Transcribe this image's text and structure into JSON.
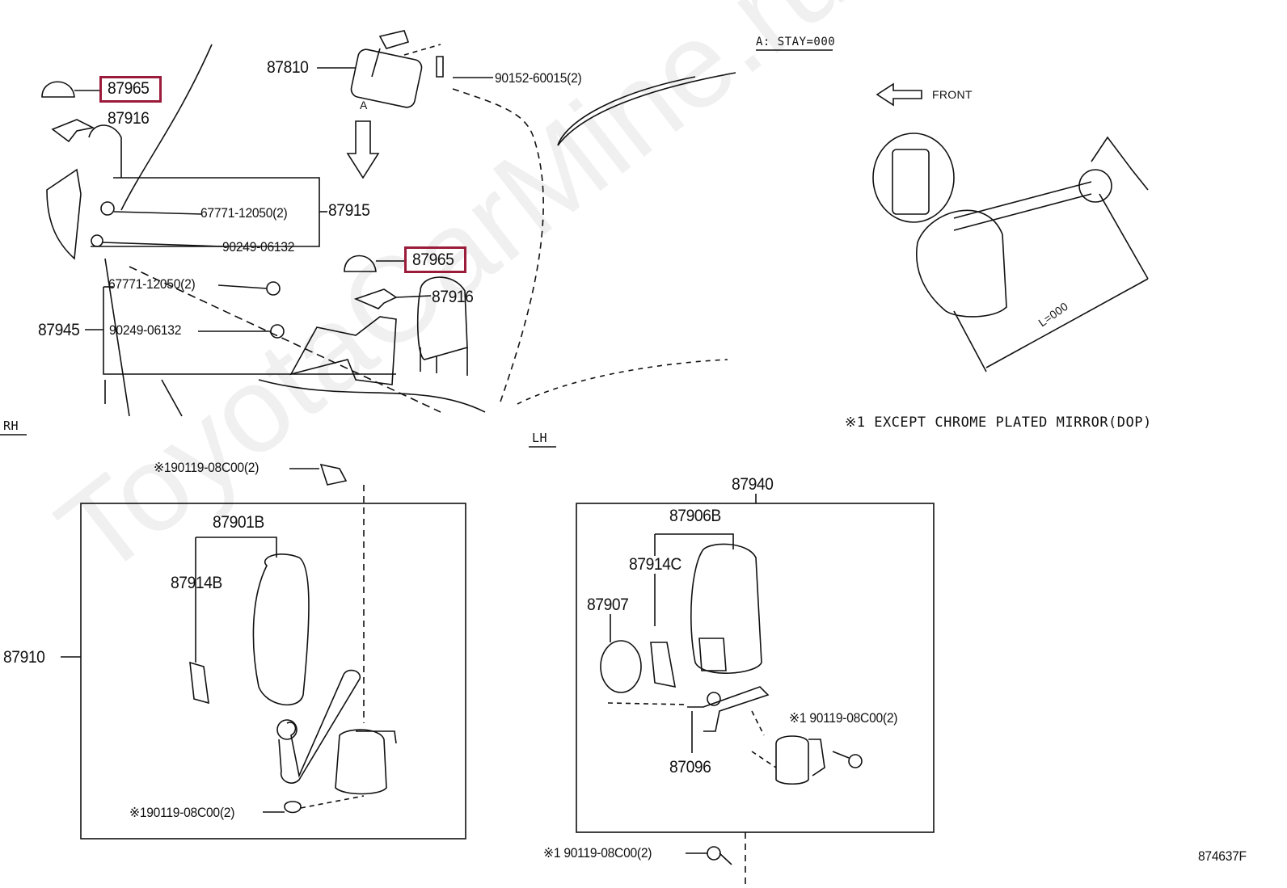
{
  "watermark": "ToyotaCarMine.ru",
  "note_stay": "A: STAY=000",
  "front_label": "FRONT",
  "length_label": "L=000",
  "except_note": "※1 EXCEPT CHROME PLATED MIRROR(DOP)",
  "view_label_a": "A",
  "side_rh": "RH",
  "side_lh": "LH",
  "diagram_id": "874637F",
  "highlight_color": "#9b1b3a",
  "parts": {
    "p87965_rh": "87965",
    "p87916_rh": "87916",
    "p87810": "87810",
    "p90152": "90152-60015(2)",
    "p67771_a": "67771-12050(2)",
    "p87915": "87915",
    "p90249_a": "90249-06132",
    "p87965_lh": "87965",
    "p67771_b": "67771-12050(2)",
    "p87916_lh": "87916",
    "p87945": "87945",
    "p90249_b": "90249-06132",
    "p90119_a": "※190119-08C00(2)",
    "p87901b": "87901B",
    "p87914b": "87914B",
    "p87910": "87910",
    "p90119_b": "※190119-08C00(2)",
    "p87940": "87940",
    "p87906b": "87906B",
    "p87914c": "87914C",
    "p87907": "87907",
    "p90119_c": "※1 90119-08C00(2)",
    "p87096": "87096",
    "p90119_d": "※1 90119-08C00(2)"
  }
}
